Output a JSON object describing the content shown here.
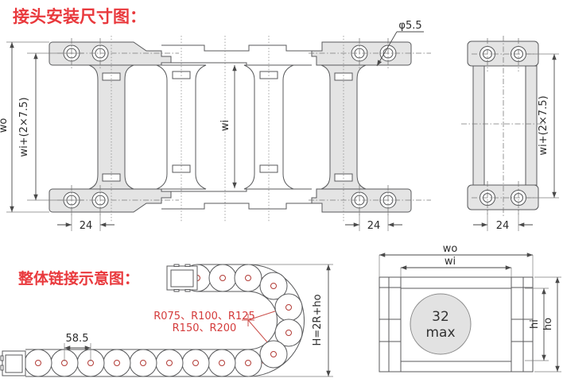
{
  "titles": {
    "top": "接头安装尺寸图：",
    "bottom": "整体链接示意图："
  },
  "front_view": {
    "outer_width_label": "wo",
    "mount_width_label": "wi+(2×7.5)",
    "inner_width_label": "wi",
    "hole_diameter_label": "φ5.5",
    "hole_pitch_label": "24"
  },
  "side_view": {
    "mount_width_label": "wi+(2×7.5)",
    "hole_pitch_label": "24"
  },
  "chain_diagram": {
    "link_pitch_label": "58.5",
    "bend_radii_line1": "R075、R100、R125",
    "bend_radii_line2": "R150、R200",
    "height_formula_label": "H=2R+ho"
  },
  "cross_section": {
    "outer_width_label": "wo",
    "inner_width_label": "wi",
    "inner_height_label": "hi",
    "outer_height_label": "ho",
    "capacity_line1": "32",
    "capacity_line2": "max"
  },
  "colors": {
    "accent_red": "#e9393d",
    "drawing_red": "#cb4f4b",
    "outline_gray": "#58595b",
    "fill_gray": "#e4e4e4"
  }
}
